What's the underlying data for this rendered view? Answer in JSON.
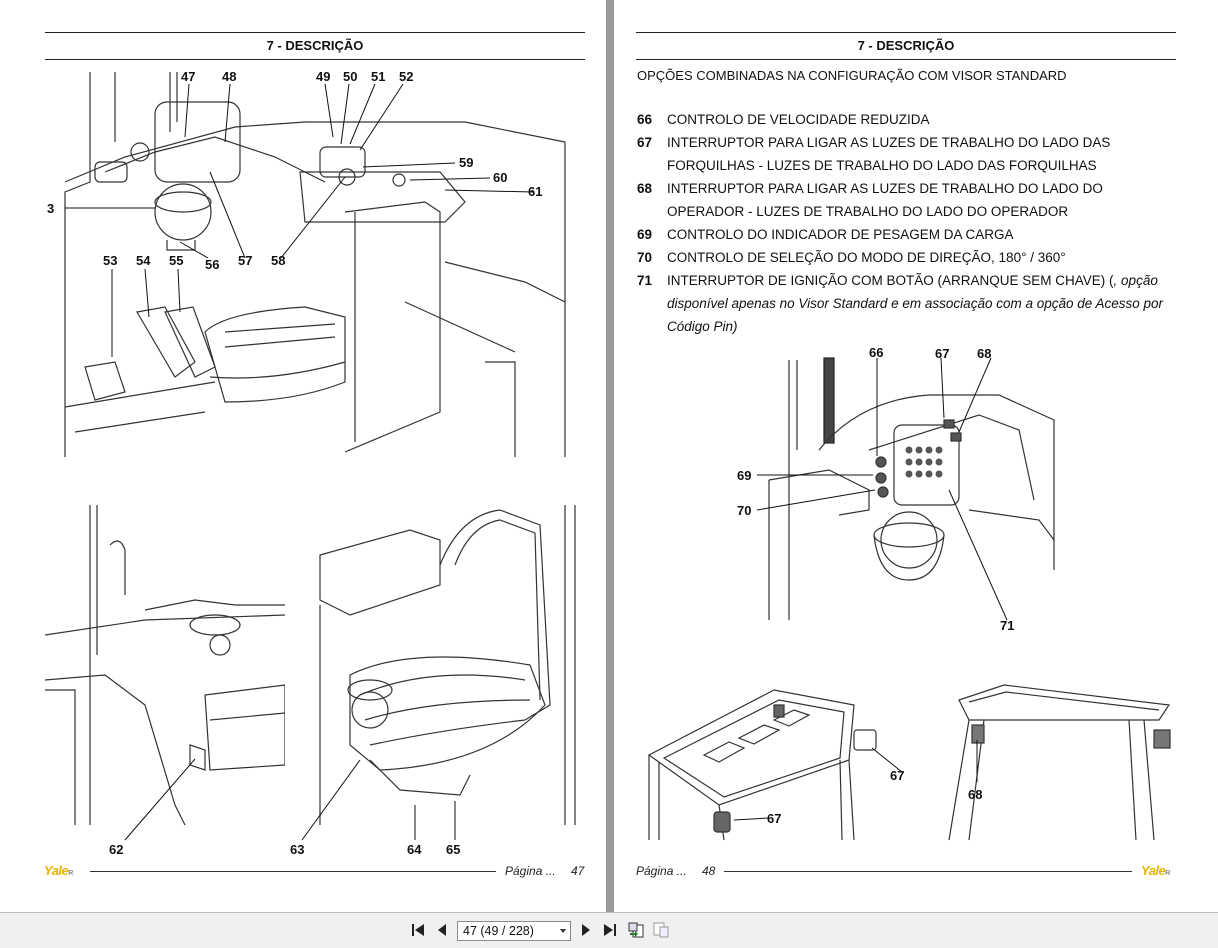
{
  "left_page": {
    "header_title": "7 - DESCRIÇÃO",
    "figure_top_callouts": [
      "47",
      "48",
      "49",
      "50",
      "51",
      "52",
      "59",
      "60",
      "61",
      "3",
      "53",
      "54",
      "55",
      "56",
      "57",
      "58"
    ],
    "figure_bottom_left_callouts": [
      "62"
    ],
    "figure_bottom_right_callouts": [
      "63",
      "64",
      "65"
    ],
    "footer": {
      "brand": "Yale",
      "label": "Página ...",
      "page_number": "47"
    }
  },
  "right_page": {
    "header_title": "7 - DESCRIÇÃO",
    "intro": "OPÇÕES COMBINADAS NA CONFIGURAÇÃO COM  VISOR STANDARD",
    "items": [
      {
        "num": "66",
        "text": "CONTROLO DE VELOCIDADE REDUZIDA"
      },
      {
        "num": "67",
        "text": "INTERRUPTOR PARA LIGAR AS LUZES DE TRABALHO DO LADO DAS FORQUILHAS - LUZES DE TRABALHO DO LADO DAS FORQUILHAS"
      },
      {
        "num": "68",
        "text": "INTERRUPTOR PARA LIGAR AS LUZES DE TRABALHO DO LADO DO OPERADOR - LUZES DE TRABALHO DO LADO DO OPERADOR"
      },
      {
        "num": "69",
        "text": "CONTROLO DO INDICADOR DE PESAGEM DA CARGA"
      },
      {
        "num": "70",
        "text": "CONTROLO DE SELEÇÃO DO MODO DE DIREÇÃO, 180° / 360°"
      },
      {
        "num": "71",
        "text": "INTERRUPTOR DE IGNIÇÃO COM BOTÃO (ARRANQUE SEM CHAVE) (",
        "note": ", opção disponível apenas no Visor Standard e em associação com a opção de Acesso por Código Pin)"
      }
    ],
    "figure_top_callouts": [
      "66",
      "67",
      "68",
      "69",
      "70",
      "71"
    ],
    "figure_bottom_callouts": [
      "67",
      "67",
      "68"
    ],
    "footer": {
      "brand": "Yale",
      "label": "Página ...",
      "page_number": "48"
    }
  },
  "toolbar": {
    "page_field_value": "47 (49 / 228)",
    "icons": [
      "first-page-icon",
      "prev-page-icon",
      "next-page-icon",
      "last-page-icon",
      "go-back-icon",
      "go-forward-icon"
    ]
  },
  "colors": {
    "brand_yellow": "#e8b400",
    "viewer_bg": "#7f7f7f",
    "toolbar_bg": "#f0f0f0"
  }
}
